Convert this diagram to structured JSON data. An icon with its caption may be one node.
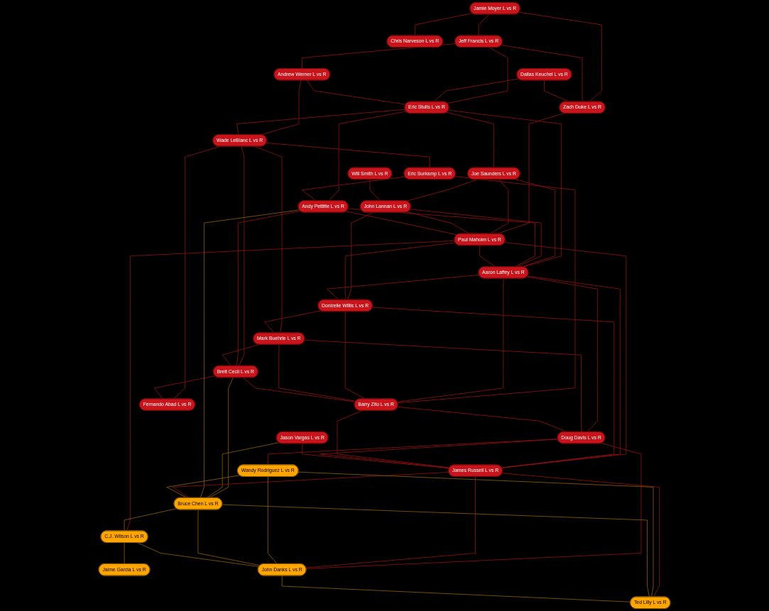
{
  "diagram": {
    "nodes": [
      {
        "text": [
          "Jamie Moyer L vs R"
        ]
      },
      {
        "text": [
          "Chris Narveson L vs R"
        ]
      },
      {
        "text": [
          "Jeff Francis L vs R"
        ]
      },
      {
        "text": [
          "Zach Duke L vs R"
        ]
      },
      {
        "text": [
          "Dallas Keuchel L vs R"
        ]
      },
      {
        "text": [
          "Andrew Werner L vs R"
        ]
      },
      {
        "text": [
          "Eric Stults L vs R"
        ]
      },
      {
        "text": [
          "Joe Saunders L vs R"
        ]
      },
      {
        "text": [
          "Will Smith L vs R"
        ]
      },
      {
        "text": [
          "John Lannan L vs R"
        ]
      },
      {
        "text": [
          "Wade LeBlanc L vs R"
        ]
      },
      {
        "text": [
          "Eric Surkamp L vs R"
        ]
      },
      {
        "text": [
          "Paul Maholm L vs R"
        ]
      },
      {
        "text": [
          "Andy Pettitte L vs R"
        ]
      },
      {
        "text": [
          "Aaron Laffey L vs R"
        ]
      },
      {
        "text": [
          "Dontrelle Willis L vs R"
        ]
      },
      {
        "text": [
          "Mark Buehrle L vs R"
        ]
      },
      {
        "text": [
          "Brett Cecil L vs R"
        ]
      },
      {
        "text": [
          "Barry Zito L vs R"
        ]
      },
      {
        "text": [
          "Doug Davis L vs R"
        ]
      },
      {
        "text": [
          "Jason Vargas L vs R"
        ]
      },
      {
        "text": [
          "Fernando Abad L vs R"
        ]
      },
      {
        "text": [
          "James Russell L vs R"
        ]
      },
      {
        "text": [
          "Wandy Rodriguez L vs R"
        ]
      },
      {
        "text": [
          "Bruce Chen L vs R"
        ]
      },
      {
        "text": [
          "Jaime Garcia L vs R"
        ]
      },
      {
        "text": [
          "C.J. Wilson L vs R"
        ]
      },
      {
        "text": [
          "John Danks L vs R"
        ]
      },
      {
        "text": [
          "Ted Lilly L vs R"
        ]
      }
    ],
    "edges": [
      {
        "from": 0,
        "to": 1,
        "arrow": "none"
      },
      {
        "from": 0,
        "to": 2,
        "arrow": "none"
      },
      {
        "from": 0,
        "to": 3,
        "arrow": "none"
      },
      {
        "from": 2,
        "to": 3,
        "arrow": "none"
      },
      {
        "from": 2,
        "to": 5,
        "arrow": "none"
      },
      {
        "from": 2,
        "to": 6,
        "arrow": "none"
      },
      {
        "from": 4,
        "to": 3,
        "arrow": "none"
      },
      {
        "from": 4,
        "to": 6,
        "arrow": "none"
      },
      {
        "from": 5,
        "to": 6,
        "arrow": "none"
      },
      {
        "from": 5,
        "to": 10,
        "arrow": "none"
      },
      {
        "from": 3,
        "to": 12,
        "arrow": "none"
      },
      {
        "from": 6,
        "to": 10,
        "arrow": "none"
      },
      {
        "from": 6,
        "to": 7,
        "arrow": "none"
      },
      {
        "from": 6,
        "to": 13,
        "arrow": "none"
      },
      {
        "from": 6,
        "to": 14,
        "arrow": "none"
      },
      {
        "from": 7,
        "to": 9,
        "arrow": "none"
      },
      {
        "from": 7,
        "to": 12,
        "arrow": "none"
      },
      {
        "from": 7,
        "to": 14,
        "arrow": "none"
      },
      {
        "from": 8,
        "to": 9,
        "arrow": "none"
      },
      {
        "from": 9,
        "to": 12,
        "arrow": "none"
      },
      {
        "from": 9,
        "to": 15,
        "arrow": "none"
      },
      {
        "from": 9,
        "to": 14,
        "arrow": "none"
      },
      {
        "from": 10,
        "to": 11,
        "arrow": "none"
      },
      {
        "from": 10,
        "to": 16,
        "arrow": "none"
      },
      {
        "from": 10,
        "to": 17,
        "arrow": "none"
      },
      {
        "from": 10,
        "to": 21,
        "arrow": "none"
      },
      {
        "from": 11,
        "to": 13,
        "arrow": "none"
      },
      {
        "from": 11,
        "to": 18,
        "arrow": "none"
      },
      {
        "from": 13,
        "to": 12,
        "arrow": "none"
      },
      {
        "from": 13,
        "to": 14,
        "arrow": "none"
      },
      {
        "from": 13,
        "to": 17,
        "arrow": "none"
      },
      {
        "from": 12,
        "to": 14,
        "arrow": "none"
      },
      {
        "from": 12,
        "to": 15,
        "arrow": "none"
      },
      {
        "from": 12,
        "to": 22,
        "arrow": "none"
      },
      {
        "from": 12,
        "to": 26,
        "arrow": "none"
      },
      {
        "from": 14,
        "to": 15,
        "arrow": "none"
      },
      {
        "from": 14,
        "to": 18,
        "arrow": "none"
      },
      {
        "from": 14,
        "to": 19,
        "arrow": "none"
      },
      {
        "from": 14,
        "to": 22,
        "arrow": "none"
      },
      {
        "from": 15,
        "to": 16,
        "arrow": "none"
      },
      {
        "from": 15,
        "to": 18,
        "arrow": "none"
      },
      {
        "from": 15,
        "to": 22,
        "arrow": "none"
      },
      {
        "from": 16,
        "to": 17,
        "arrow": "none"
      },
      {
        "from": 16,
        "to": 18,
        "arrow": "none"
      },
      {
        "from": 16,
        "to": 19,
        "arrow": "none"
      },
      {
        "from": 17,
        "to": 21,
        "arrow": "none"
      },
      {
        "from": 17,
        "to": 18,
        "arrow": "none"
      },
      {
        "from": 17,
        "to": 24,
        "arrow": "none",
        "color": "#8b5a00"
      },
      {
        "from": 18,
        "to": 19,
        "arrow": "none"
      },
      {
        "from": 18,
        "to": 22,
        "arrow": "none"
      },
      {
        "from": 19,
        "to": 22,
        "arrow": "none"
      },
      {
        "from": 19,
        "to": 23,
        "arrow": "none"
      },
      {
        "from": 19,
        "to": 27,
        "arrow": "none"
      },
      {
        "from": 20,
        "to": 22,
        "arrow": "none"
      },
      {
        "from": 20,
        "to": 24,
        "arrow": "none",
        "color": "#8b5a00"
      },
      {
        "from": 13,
        "to": 24,
        "arrow": "none",
        "color": "#8b5a00"
      },
      {
        "from": 22,
        "to": 24,
        "arrow": "none"
      },
      {
        "from": 22,
        "to": 28,
        "arrow": "none"
      },
      {
        "from": 22,
        "to": 27,
        "arrow": "none"
      },
      {
        "from": 23,
        "to": 24,
        "arrow": "none",
        "color": "#8b5a00"
      },
      {
        "from": 23,
        "to": 27,
        "arrow": "none",
        "color": "#8b5a00"
      },
      {
        "from": 23,
        "to": 28,
        "arrow": "none",
        "color": "#8b5a00"
      },
      {
        "from": 24,
        "to": 27,
        "arrow": "none",
        "color": "#8b5a00"
      },
      {
        "from": 24,
        "to": 28,
        "arrow": "none",
        "color": "#8b5a00"
      },
      {
        "from": 24,
        "to": 26,
        "arrow": "none",
        "color": "#8b5a00"
      },
      {
        "from": 26,
        "to": 27,
        "arrow": "none",
        "color": "#8b5a00"
      },
      {
        "from": 26,
        "to": 25,
        "arrow": "none",
        "color": "#8b5a00"
      },
      {
        "from": 27,
        "to": 28,
        "arrow": "none",
        "color": "#8b5a00"
      }
    ]
  }
}
